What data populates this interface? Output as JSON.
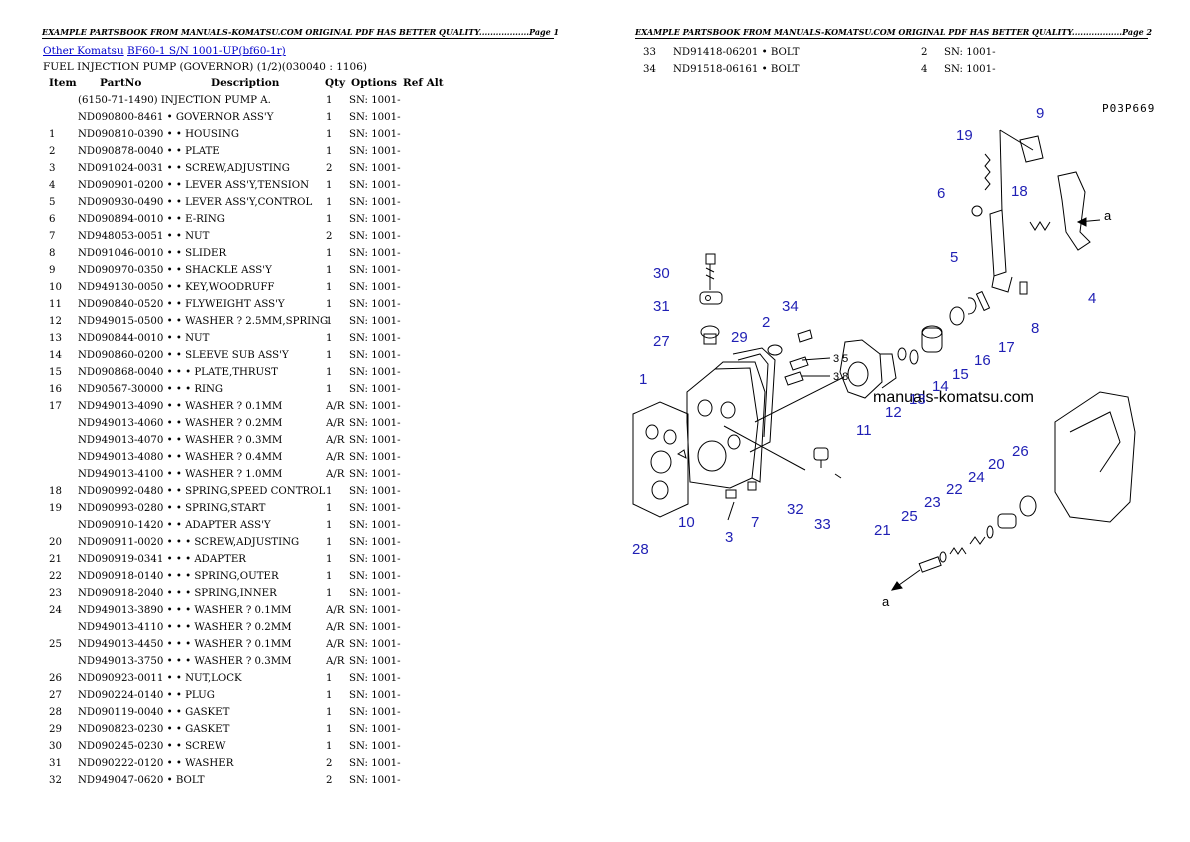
{
  "page1": {
    "header": "EXAMPLE PARTSBOOK FROM MANUALS-KOMATSU.COM ORIGINAL PDF HAS BETTER QUALITY..................Page 1",
    "breadcrumb": {
      "link1": "Other Komatsu",
      "link2": "BF60-1 S/N 1001-UP(bf60-1r)"
    },
    "subtitle": "FUEL INJECTION PUMP (GOVERNOR) (1/2)(030040 : 1106)",
    "columns": {
      "item": "Item",
      "partno": "PartNo",
      "description": "Description",
      "qty": "Qty",
      "options": "Options",
      "refalt": "Ref Alt"
    },
    "rows": [
      {
        "item": "",
        "part": "(6150-71-1490)",
        "desc": "INJECTION PUMP A.",
        "qty": "1",
        "opt": "SN: 1001-"
      },
      {
        "item": "",
        "part": "ND090800-8461",
        "desc": "• GOVERNOR ASS'Y",
        "qty": "1",
        "opt": "SN: 1001-"
      },
      {
        "item": "1",
        "part": "ND090810-0390",
        "desc": "• • HOUSING",
        "qty": "1",
        "opt": "SN: 1001-"
      },
      {
        "item": "2",
        "part": "ND090878-0040",
        "desc": "• • PLATE",
        "qty": "1",
        "opt": "SN: 1001-"
      },
      {
        "item": "3",
        "part": "ND091024-0031",
        "desc": "• • SCREW,ADJUSTING",
        "qty": "2",
        "opt": "SN: 1001-"
      },
      {
        "item": "4",
        "part": "ND090901-0200",
        "desc": "• • LEVER ASS'Y,TENSION",
        "qty": "1",
        "opt": "SN: 1001-"
      },
      {
        "item": "5",
        "part": "ND090930-0490",
        "desc": "• • LEVER ASS'Y,CONTROL",
        "qty": "1",
        "opt": "SN: 1001-"
      },
      {
        "item": "6",
        "part": "ND090894-0010",
        "desc": "• • E-RING",
        "qty": "1",
        "opt": "SN: 1001-"
      },
      {
        "item": "7",
        "part": "ND948053-0051",
        "desc": "• • NUT",
        "qty": "2",
        "opt": "SN: 1001-"
      },
      {
        "item": "8",
        "part": "ND091046-0010",
        "desc": "• • SLIDER",
        "qty": "1",
        "opt": "SN: 1001-"
      },
      {
        "item": "9",
        "part": "ND090970-0350",
        "desc": "• • SHACKLE ASS'Y",
        "qty": "1",
        "opt": "SN: 1001-"
      },
      {
        "item": "10",
        "part": "ND949130-0050",
        "desc": "• • KEY,WOODRUFF",
        "qty": "1",
        "opt": "SN: 1001-"
      },
      {
        "item": "11",
        "part": "ND090840-0520",
        "desc": "• • FLYWEIGHT ASS'Y",
        "qty": "1",
        "opt": "SN: 1001-"
      },
      {
        "item": "12",
        "part": "ND949015-0500",
        "desc": "• • WASHER ? 2.5MM,SPRING",
        "qty": "1",
        "opt": "SN: 1001-"
      },
      {
        "item": "13",
        "part": "ND090844-0010",
        "desc": "• • NUT",
        "qty": "1",
        "opt": "SN: 1001-"
      },
      {
        "item": "14",
        "part": "ND090860-0200",
        "desc": "• • SLEEVE SUB ASS'Y",
        "qty": "1",
        "opt": "SN: 1001-"
      },
      {
        "item": "15",
        "part": "ND090868-0040",
        "desc": "• • • PLATE,THRUST",
        "qty": "1",
        "opt": "SN: 1001-"
      },
      {
        "item": "16",
        "part": "ND90567-30000",
        "desc": "• • • RING",
        "qty": "1",
        "opt": "SN: 1001-"
      },
      {
        "item": "17",
        "part": "ND949013-4090",
        "desc": "• • WASHER ? 0.1MM",
        "qty": "A/R",
        "opt": "SN: 1001-"
      },
      {
        "item": "",
        "part": "ND949013-4060",
        "desc": "• • WASHER ? 0.2MM",
        "qty": "A/R",
        "opt": "SN: 1001-"
      },
      {
        "item": "",
        "part": "ND949013-4070",
        "desc": "• • WASHER ? 0.3MM",
        "qty": "A/R",
        "opt": "SN: 1001-"
      },
      {
        "item": "",
        "part": "ND949013-4080",
        "desc": "• • WASHER ? 0.4MM",
        "qty": "A/R",
        "opt": "SN: 1001-"
      },
      {
        "item": "",
        "part": "ND949013-4100",
        "desc": "• • WASHER ? 1.0MM",
        "qty": "A/R",
        "opt": "SN: 1001-"
      },
      {
        "item": "18",
        "part": "ND090992-0480",
        "desc": "• • SPRING,SPEED CONTROL",
        "qty": "1",
        "opt": "SN: 1001-"
      },
      {
        "item": "19",
        "part": "ND090993-0280",
        "desc": "• • SPRING,START",
        "qty": "1",
        "opt": "SN: 1001-"
      },
      {
        "item": "",
        "part": "ND090910-1420",
        "desc": "• • ADAPTER ASS'Y",
        "qty": "1",
        "opt": "SN: 1001-"
      },
      {
        "item": "20",
        "part": "ND090911-0020",
        "desc": "• • • SCREW,ADJUSTING",
        "qty": "1",
        "opt": "SN: 1001-"
      },
      {
        "item": "21",
        "part": "ND090919-0341",
        "desc": "• • • ADAPTER",
        "qty": "1",
        "opt": "SN: 1001-"
      },
      {
        "item": "22",
        "part": "ND090918-0140",
        "desc": "• • • SPRING,OUTER",
        "qty": "1",
        "opt": "SN: 1001-"
      },
      {
        "item": "23",
        "part": "ND090918-2040",
        "desc": "• • • SPRING,INNER",
        "qty": "1",
        "opt": "SN: 1001-"
      },
      {
        "item": "24",
        "part": "ND949013-3890",
        "desc": "• • • WASHER ? 0.1MM",
        "qty": "A/R",
        "opt": "SN: 1001-"
      },
      {
        "item": "",
        "part": "ND949013-4110",
        "desc": "• • • WASHER ? 0.2MM",
        "qty": "A/R",
        "opt": "SN: 1001-"
      },
      {
        "item": "25",
        "part": "ND949013-4450",
        "desc": "• • • WASHER ? 0.1MM",
        "qty": "A/R",
        "opt": "SN: 1001-"
      },
      {
        "item": "",
        "part": "ND949013-3750",
        "desc": "• • • WASHER ? 0.3MM",
        "qty": "A/R",
        "opt": "SN: 1001-"
      },
      {
        "item": "26",
        "part": "ND090923-0011",
        "desc": "• • NUT,LOCK",
        "qty": "1",
        "opt": "SN: 1001-"
      },
      {
        "item": "27",
        "part": "ND090224-0140",
        "desc": "• • PLUG",
        "qty": "1",
        "opt": "SN: 1001-"
      },
      {
        "item": "28",
        "part": "ND090119-0040",
        "desc": "• • GASKET",
        "qty": "1",
        "opt": "SN: 1001-"
      },
      {
        "item": "29",
        "part": "ND090823-0230",
        "desc": "• • GASKET",
        "qty": "1",
        "opt": "SN: 1001-"
      },
      {
        "item": "30",
        "part": "ND090245-0230",
        "desc": "• • SCREW",
        "qty": "1",
        "opt": "SN: 1001-"
      },
      {
        "item": "31",
        "part": "ND090222-0120",
        "desc": "• • WASHER",
        "qty": "2",
        "opt": "SN: 1001-"
      },
      {
        "item": "32",
        "part": "ND949047-0620",
        "desc": "• BOLT",
        "qty": "2",
        "opt": "SN: 1001-"
      }
    ]
  },
  "page2": {
    "header": "EXAMPLE PARTSBOOK FROM MANUALS-KOMATSU.COM ORIGINAL PDF HAS BETTER QUALITY..................Page 2",
    "rows": [
      {
        "item": "33",
        "part": "ND91418-06201",
        "desc": "• BOLT",
        "qty": "2",
        "opt": "SN: 1001-"
      },
      {
        "item": "34",
        "part": "ND91518-06161",
        "desc": "• BOLT",
        "qty": "4",
        "opt": "SN: 1001-"
      }
    ],
    "diagram": {
      "code": "P03P669",
      "watermark": "manuals-komatsu.com",
      "arrow_label": "a",
      "callouts": [
        "1",
        "2",
        "3",
        "4",
        "5",
        "6",
        "7",
        "8",
        "9",
        "10",
        "11",
        "12",
        "13",
        "14",
        "15",
        "16",
        "17",
        "18",
        "19",
        "20",
        "21",
        "22",
        "23",
        "24",
        "25",
        "26",
        "27",
        "28",
        "29",
        "30",
        "31",
        "32",
        "33",
        "34"
      ],
      "dim_labels": [
        "35",
        "38"
      ],
      "callout_color": "#1f1fb4"
    }
  }
}
